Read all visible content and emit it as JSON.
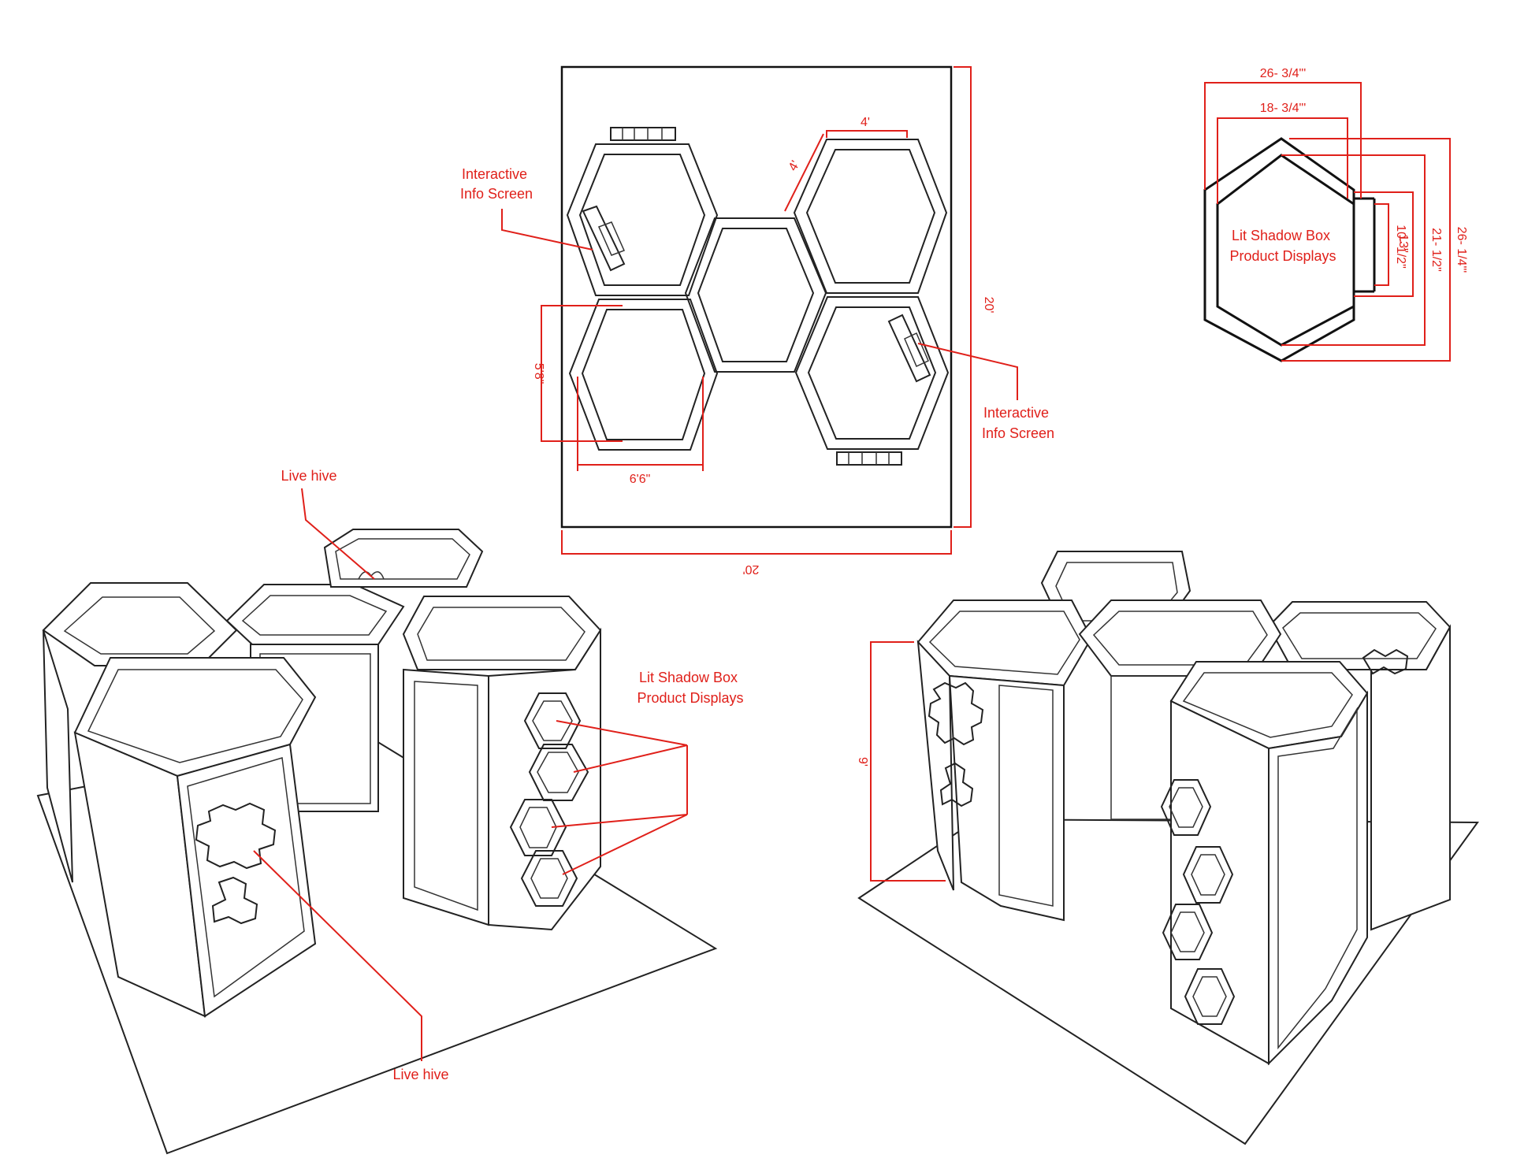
{
  "labels": {
    "info_screen_left": [
      "Interactive",
      "Info Screen"
    ],
    "info_screen_right": [
      "Interactive",
      "Info Screen"
    ],
    "shadow_box_detail": [
      "Lit Shadow Box",
      "Product Displays"
    ],
    "shadow_box_3d": [
      "Lit Shadow Box",
      "Product Displays"
    ],
    "live_hive_top": "Live hive",
    "live_hive_bottom": "Live hive"
  },
  "dimensions": {
    "booth_width": "20'",
    "booth_depth": "20'",
    "hex_side": "4'",
    "hex_side_diag": "4'",
    "hex_depth": "5'8\"",
    "hex_width": "6'6\"",
    "booth_height": "9'",
    "box_outer_width": "26- 3/4\"'",
    "box_inner_width": "18- 3/4\"'",
    "box_depth_a": "10- 1/2\"",
    "box_depth_b": "13\"",
    "box_height_a": "21- 1/2\"",
    "box_height_b": "26- 1/4\"'"
  },
  "colors": {
    "annotation": "#e0201a",
    "line": "#222222",
    "background": "#ffffff"
  }
}
